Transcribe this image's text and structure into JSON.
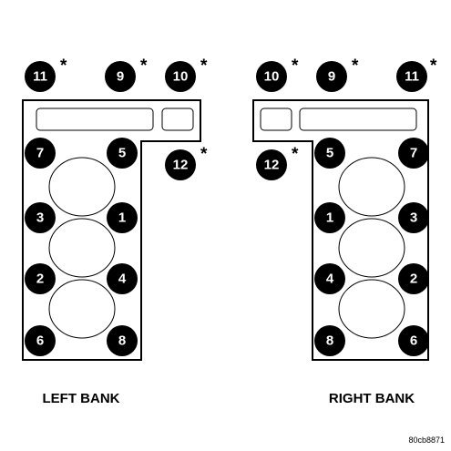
{
  "colors": {
    "bolt_fill": "#000000",
    "bolt_text": "#ffffff",
    "outline": "#000000",
    "background": "#ffffff"
  },
  "left_bank": {
    "caption": "LEFT BANK",
    "bolts": [
      {
        "label": "11",
        "starred": true
      },
      {
        "label": "9",
        "starred": true
      },
      {
        "label": "10",
        "starred": true
      },
      {
        "label": "12",
        "starred": true
      },
      {
        "label": "7",
        "starred": false
      },
      {
        "label": "5",
        "starred": false
      },
      {
        "label": "3",
        "starred": false
      },
      {
        "label": "1",
        "starred": false
      },
      {
        "label": "2",
        "starred": false
      },
      {
        "label": "4",
        "starred": false
      },
      {
        "label": "6",
        "starred": false
      },
      {
        "label": "8",
        "starred": false
      }
    ]
  },
  "right_bank": {
    "caption": "RIGHT BANK",
    "bolts": [
      {
        "label": "10",
        "starred": true
      },
      {
        "label": "9",
        "starred": true
      },
      {
        "label": "11",
        "starred": true
      },
      {
        "label": "12",
        "starred": true
      },
      {
        "label": "5",
        "starred": false
      },
      {
        "label": "7",
        "starred": false
      },
      {
        "label": "1",
        "starred": false
      },
      {
        "label": "3",
        "starred": false
      },
      {
        "label": "4",
        "starred": false
      },
      {
        "label": "2",
        "starred": false
      },
      {
        "label": "8",
        "starred": false
      },
      {
        "label": "6",
        "starred": false
      }
    ]
  },
  "reference_code": "80cb8871",
  "star_symbol": "*"
}
